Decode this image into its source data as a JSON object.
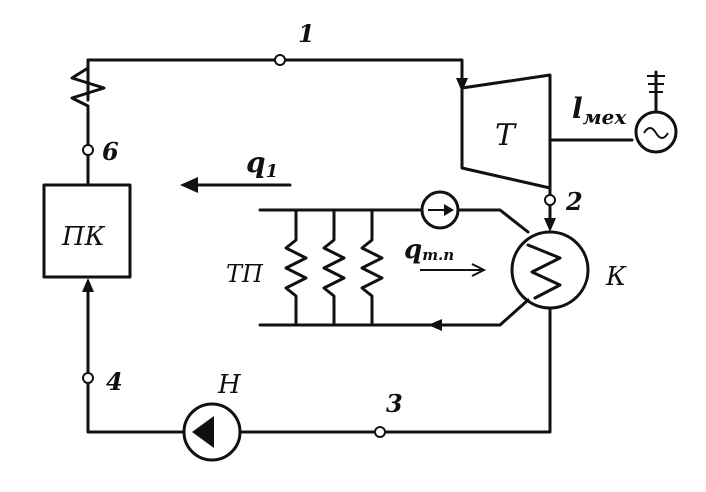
{
  "diagram": {
    "points": [
      "1",
      "2",
      "3",
      "4",
      "6"
    ],
    "components": {
      "turbine": "Т",
      "boiler": "ПК",
      "condenser": "К",
      "pump": "Н",
      "heat_consumer": "ТП"
    },
    "labels": {
      "work": "l",
      "work_sub": "мех",
      "heat_in": "q",
      "heat_in_sub": "1",
      "heat_out": "q",
      "heat_out_sub": "т.п"
    }
  }
}
